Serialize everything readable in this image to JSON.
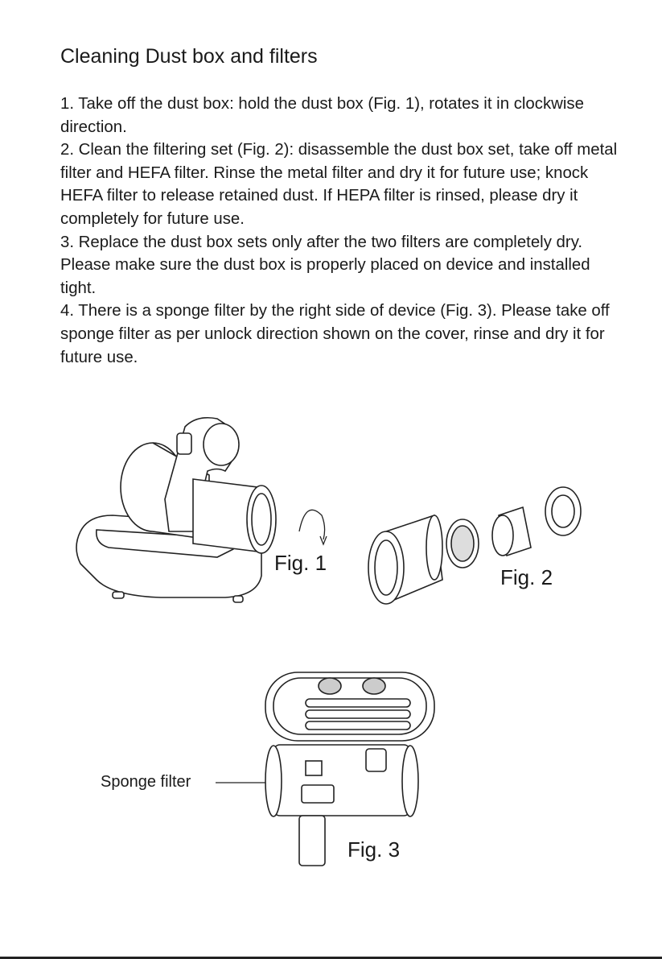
{
  "page": {
    "title": "Cleaning Dust box and filters",
    "steps": [
      "1. Take off the dust box: hold the dust box (Fig. 1), rotates it in clockwise direction.",
      "2. Clean the filtering set (Fig. 2): disassemble the dust box set, take off metal filter and HEFA filter. Rinse the metal filter and dry it for future use; knock HEFA filter to release retained dust. If HEPA filter is rinsed, please dry it completely for future use.",
      "3. Replace the dust box sets only after the two filters are completely dry. Please make sure the dust box is properly placed on device and installed tight.",
      "4. There is a sponge filter by the right side of device (Fig. 3). Please take off sponge filter as per unlock direction shown on the cover, rinse and dry it for future use."
    ]
  },
  "figures": {
    "fig1_label": "Fig. 1",
    "fig2_label": "Fig. 2",
    "fig3_label": "Fig. 3",
    "sponge_label": "Sponge filter"
  }
}
